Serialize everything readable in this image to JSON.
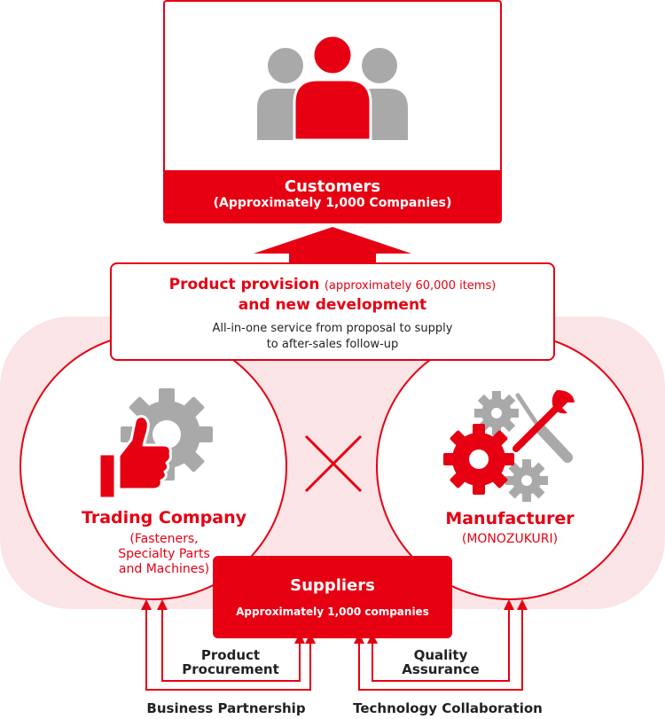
{
  "colors": {
    "accent": "#e60012",
    "pink_background": "#fbe4e6",
    "gray_icon": "#a9a9a9",
    "text_dark": "#222222"
  },
  "customers": {
    "title": "Customers",
    "subtitle": "(Approximately 1,000 Companies)",
    "icon": "people-icon"
  },
  "product_box": {
    "title_main": "Product provision",
    "title_note": "(approximately 60,000 items)",
    "title_line2": "and new development",
    "desc_line1": "All-in-one service from proposal to supply",
    "desc_line2": "to after-sales follow-up"
  },
  "trading": {
    "title": "Trading Company",
    "sub_line1": "(Fasteners,",
    "sub_line2": "Specialty Parts",
    "sub_line3": "and Machines)",
    "icon": "gear-thumbs-up-icon"
  },
  "manufacturer": {
    "title": "Manufacturer",
    "subtitle": "(MONOZUKURI)",
    "icon": "gears-tools-icon"
  },
  "cross_icon": "cross-icon",
  "suppliers": {
    "title": "Suppliers",
    "subtitle": "Approximately 1,000 companies"
  },
  "flows": {
    "product_procurement_line1": "Product",
    "product_procurement_line2": "Procurement",
    "quality_assurance_line1": "Quality",
    "quality_assurance_line2": "Assurance",
    "business_partnership": "Business Partnership",
    "technology_collaboration": "Technology Collaboration"
  }
}
